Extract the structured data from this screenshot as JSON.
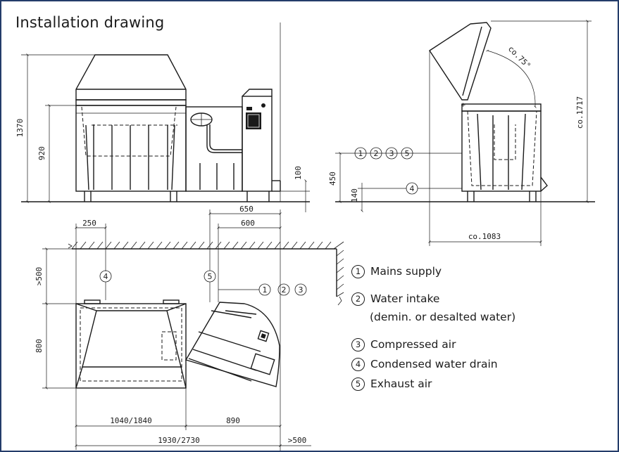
{
  "title": "Installation drawing",
  "dimensions": {
    "front_total_height": "1370",
    "front_body_height": "920",
    "front_plinth": "100",
    "side_height": "co.1717",
    "side_angle": "co.75°",
    "side_connection_height": "450",
    "side_drain_height": "140",
    "side_width": "co.1083",
    "top_250": "250",
    "top_650": "650",
    "top_600": "600",
    "top_gt500_left": ">500",
    "top_800": "800",
    "top_1040_1840": "1040/1840",
    "top_890": "890",
    "top_1930_2730": "1930/2730",
    "top_gt500_right": ">500"
  },
  "callouts": {
    "n1": "1",
    "n2": "2",
    "n3": "3",
    "n4": "4",
    "n5": "5"
  },
  "legend": [
    {
      "num": "1",
      "text": "Mains supply"
    },
    {
      "num": "2",
      "text": "Water intake"
    },
    {
      "num": "",
      "text": "(demin. or desalted water)"
    },
    {
      "num": "3",
      "text": "Compressed air"
    },
    {
      "num": "4",
      "text": "Condensed water drain"
    },
    {
      "num": "5",
      "text": "Exhaust air"
    }
  ]
}
